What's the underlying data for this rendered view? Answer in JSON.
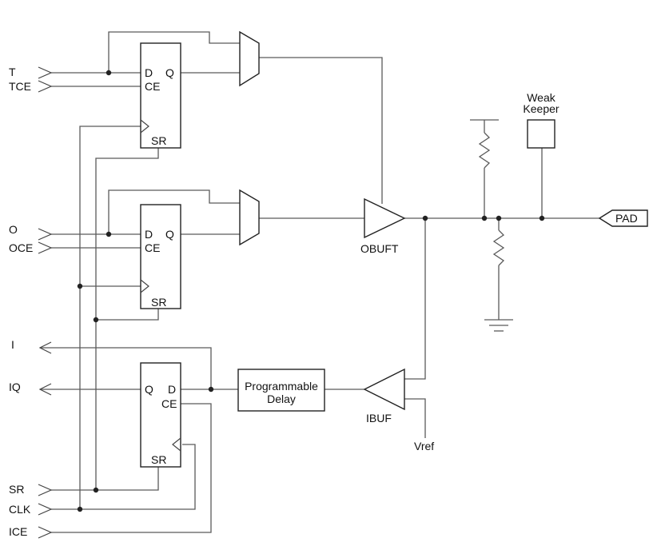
{
  "inputs": {
    "t": "T",
    "tce": "TCE",
    "o": "O",
    "oce": "OCE",
    "sr": "SR",
    "clk": "CLK",
    "ice": "ICE"
  },
  "outputs": {
    "i": "I",
    "iq": "IQ"
  },
  "flipflops": {
    "t_ff": {
      "d": "D",
      "q": "Q",
      "ce": "CE",
      "sr": "SR"
    },
    "o_ff": {
      "d": "D",
      "q": "Q",
      "ce": "CE",
      "sr": "SR"
    },
    "i_ff": {
      "d": "D",
      "q": "Q",
      "ce": "CE",
      "sr": "SR"
    }
  },
  "blocks": {
    "obuft": "OBUFT",
    "ibuf": "IBUF",
    "delay_line1": "Programmable",
    "delay_line2": "Delay",
    "keeper_line1": "Weak",
    "keeper_line2": "Keeper",
    "pad": "PAD",
    "vref": "Vref"
  }
}
